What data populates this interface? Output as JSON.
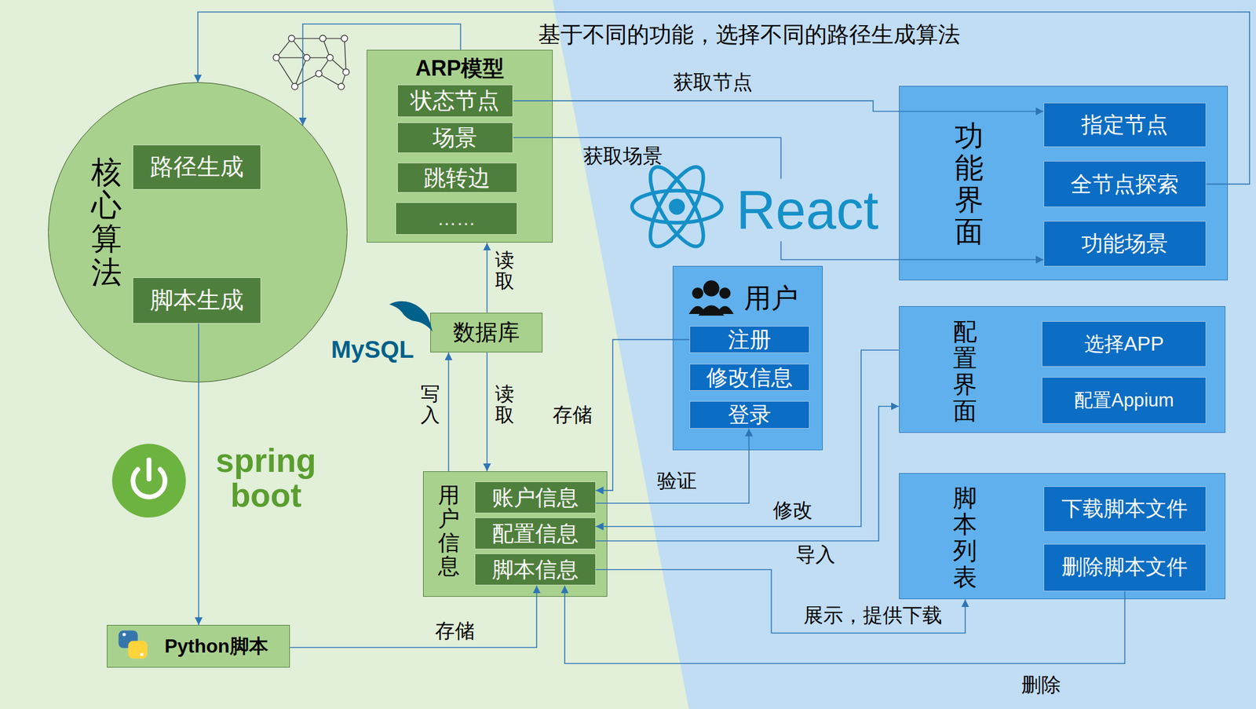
{
  "diagram": {
    "nodes": [
      {
        "text": [
          "核心算法"
        ]
      },
      {
        "text": [
          "路径生成"
        ],
        "in": 0
      },
      {
        "text": [
          "脚本生成"
        ],
        "in": 0
      },
      {
        "text": [
          "ARP模型"
        ]
      },
      {
        "text": [
          "状态节点"
        ],
        "in": 3
      },
      {
        "text": [
          "场景"
        ],
        "in": 3
      },
      {
        "text": [
          "跳转边"
        ],
        "in": 3
      },
      {
        "text": [
          "……"
        ],
        "in": 3
      },
      {
        "text": [
          "数据库"
        ]
      },
      {
        "text": [
          "用户信息"
        ]
      },
      {
        "text": [
          "账户信息"
        ],
        "in": 9
      },
      {
        "text": [
          "配置信息"
        ],
        "in": 9
      },
      {
        "text": [
          "脚本信息"
        ],
        "in": 9
      },
      {
        "text": [
          "Python脚本"
        ]
      },
      {
        "text": [
          "用户"
        ]
      },
      {
        "text": [
          "注册"
        ],
        "in": 14
      },
      {
        "text": [
          "修改信息"
        ],
        "in": 14
      },
      {
        "text": [
          "登录"
        ],
        "in": 14
      },
      {
        "text": [
          "功能界面"
        ]
      },
      {
        "text": [
          "指定节点"
        ],
        "in": 18
      },
      {
        "text": [
          "全节点探索"
        ],
        "in": 18
      },
      {
        "text": [
          "功能场景"
        ],
        "in": 18
      },
      {
        "text": [
          "配置界面"
        ]
      },
      {
        "text": [
          "选择APP"
        ],
        "in": 22
      },
      {
        "text": [
          "配置Appium"
        ],
        "in": 22
      },
      {
        "text": [
          "脚本列表"
        ]
      },
      {
        "text": [
          "下载脚本文件"
        ],
        "in": 25
      },
      {
        "text": [
          "删除脚本文件"
        ],
        "in": 25
      }
    ],
    "edges": [
      {
        "from": 20,
        "to": 0,
        "label": "基于不同的功能，选择不同的路径生成算法",
        "arrow": "to"
      },
      {
        "from": 3,
        "to": 0,
        "arrow": "to"
      },
      {
        "from": 4,
        "to": 19,
        "label": "获取节点",
        "arrow": "to"
      },
      {
        "from": 5,
        "to": 21,
        "label": "获取场景",
        "arrow": "to"
      },
      {
        "from": 8,
        "to": 3,
        "label": "读取",
        "arrow": "to"
      },
      {
        "from": 9,
        "to": 8,
        "label": "写入",
        "arrow": "to"
      },
      {
        "from": 8,
        "to": 9,
        "label": "读取",
        "arrow": "to"
      },
      {
        "from": 15,
        "to": 10,
        "label": "存储",
        "arrow": "to"
      },
      {
        "from": 10,
        "to": 17,
        "label": "验证",
        "arrow": "to"
      },
      {
        "from": 22,
        "to": 11,
        "label": "修改",
        "arrow": "to"
      },
      {
        "from": 11,
        "to": 22,
        "label": "导入",
        "arrow": "to"
      },
      {
        "from": 12,
        "to": 25,
        "label": "展示，提供下载",
        "arrow": "to"
      },
      {
        "from": 27,
        "to": 12,
        "label": "删除",
        "arrow": "to"
      },
      {
        "from": 2,
        "to": 13,
        "arrow": "to"
      },
      {
        "from": 13,
        "to": 12,
        "label": "存储",
        "arrow": "to"
      }
    ],
    "labels": [
      "React",
      "MySQL",
      "spring boot"
    ]
  }
}
